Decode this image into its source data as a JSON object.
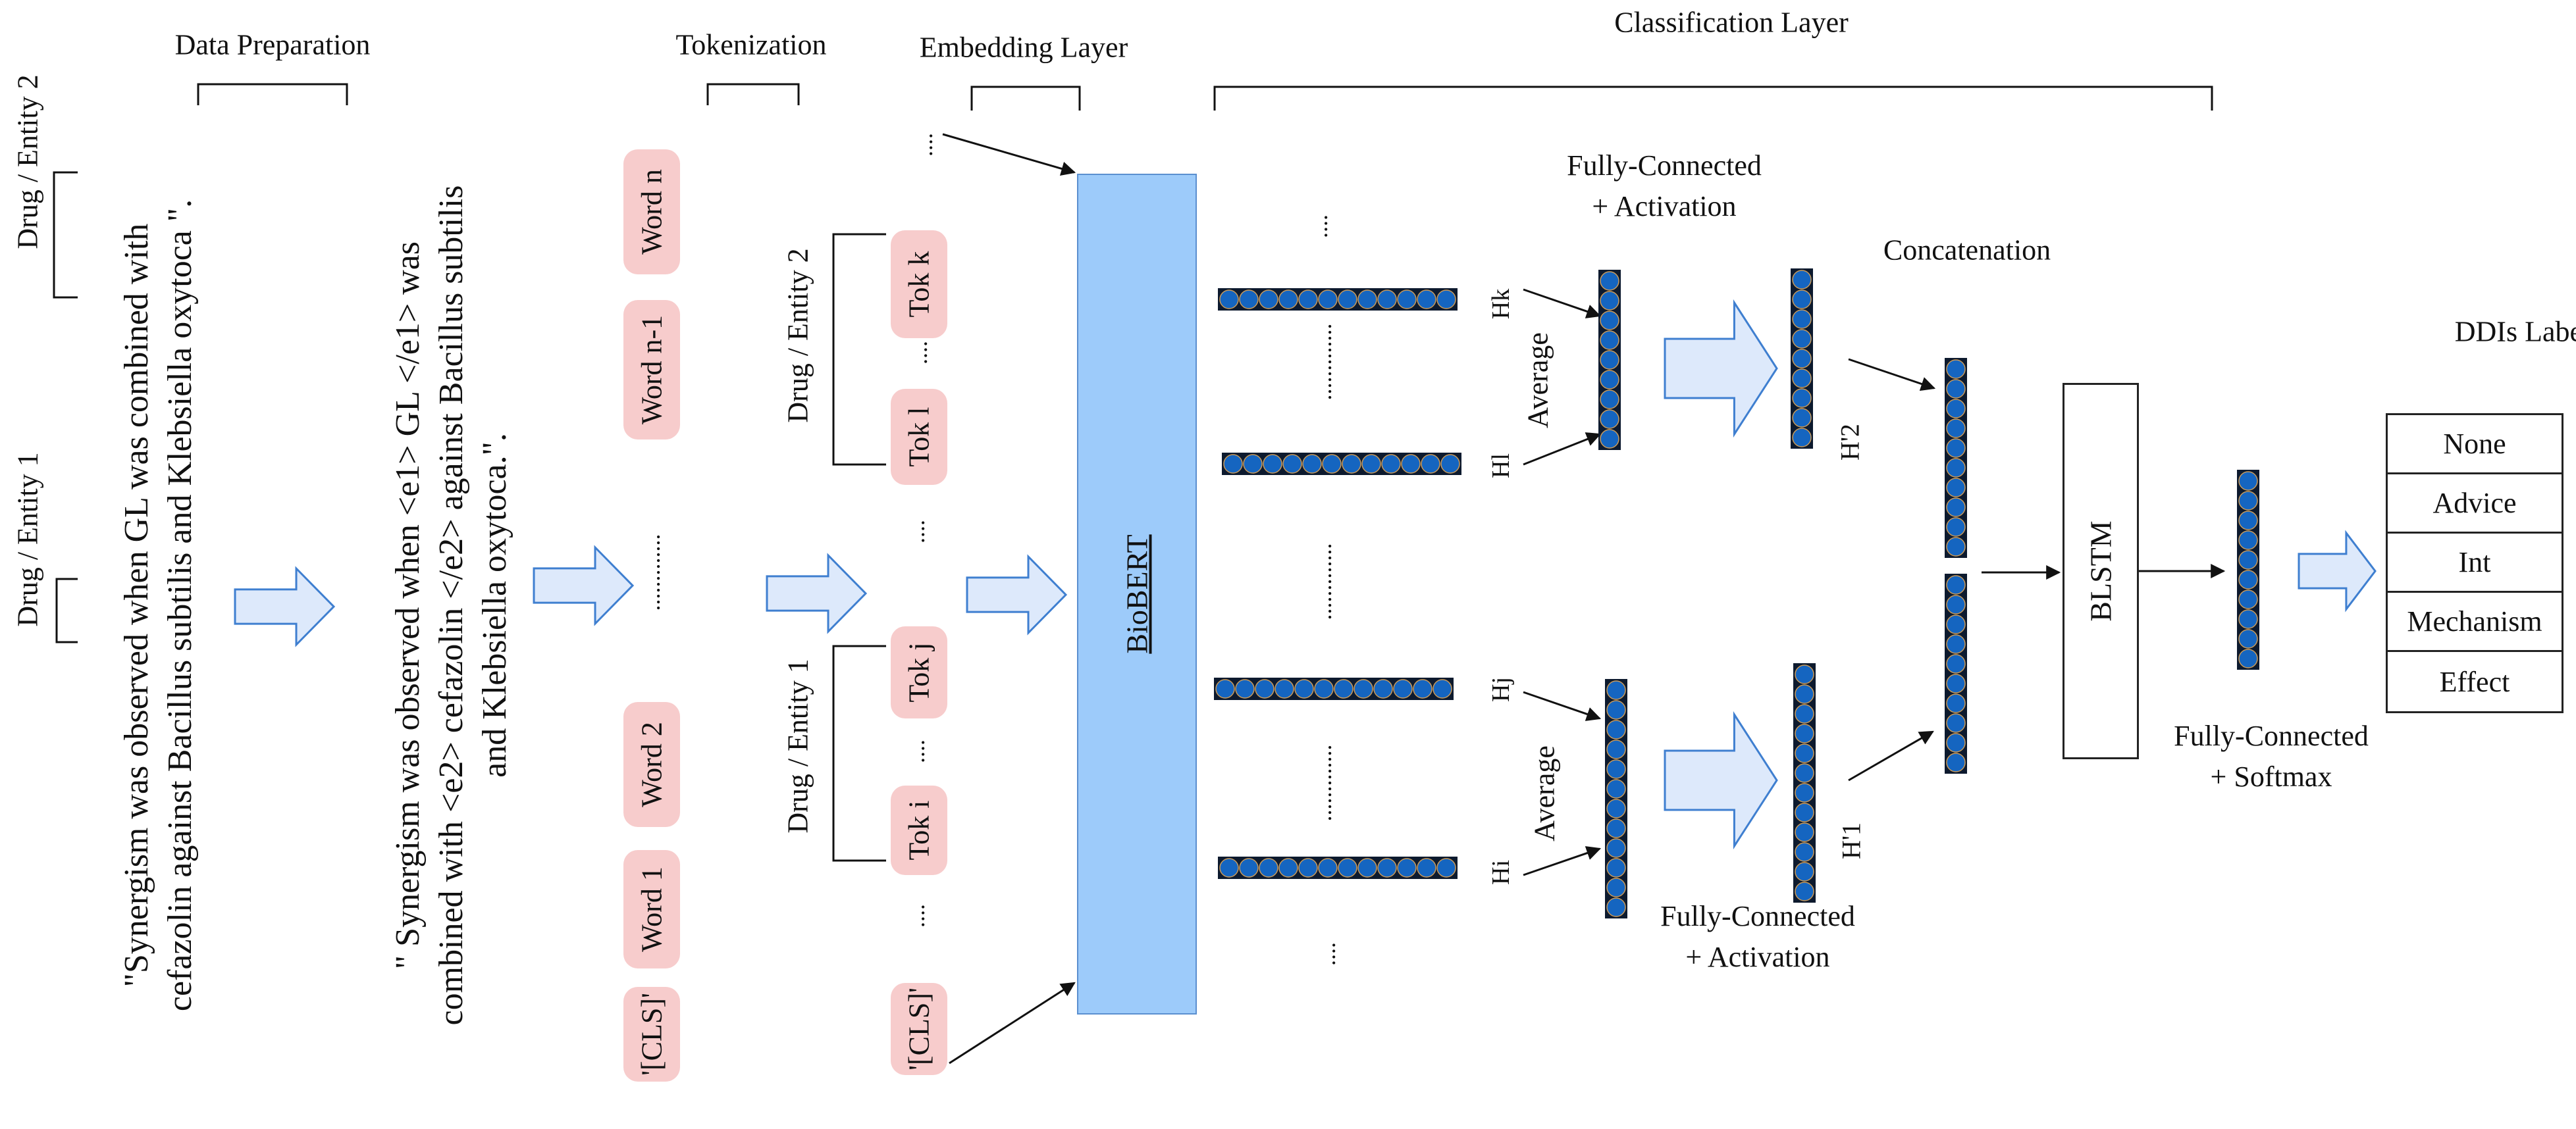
{
  "stages": {
    "data_preparation": "Data Preparation",
    "tokenization": "Tokenization",
    "embedding_layer": "Embedding Layer",
    "classification_layer": "Classification Layer"
  },
  "raw_sentence": {
    "line1": "\"Synergism was observed when GL was combined with",
    "line2": "cefazolin against Bacillus subtilis and Klebsiella oxytoca \"."
  },
  "marked_sentence": {
    "line1": "\" Synergism was observed when <e1> GL </e1> was",
    "line2": "combined with <e2> cefazolin </e2> against Bacillus subtilis",
    "line3": "and Klebsiella oxytoca.\"."
  },
  "entities": {
    "drug2": "Drug / Entity 2",
    "drug1": "Drug / Entity 1"
  },
  "words": {
    "word_n": "Word n",
    "word_n1": "Word n-1",
    "word_2": "Word 2",
    "word_1": "Word 1",
    "cls": "'[CLS]'"
  },
  "tokens": {
    "tok_k": "Tok k",
    "tok_l": "Tok l",
    "tok_j": "Tok j",
    "tok_i": "Tok i",
    "cls": "'[CLS]'"
  },
  "ellipsis": {
    "short": "....",
    "long": "............."
  },
  "model": "BioBERT",
  "hidden_states": {
    "hk": "Hk",
    "hl": "Hl",
    "hj": "Hj",
    "hi": "Hi"
  },
  "average_label": "Average",
  "fc_activation": {
    "line1": "Fully-Connected",
    "line2": "+ Activation"
  },
  "h_prime": {
    "h2": "H'2",
    "h1": "H'1"
  },
  "concatenation": "Concatenation",
  "blstm": "BLSTM",
  "fc_softmax": {
    "line1": "Fully-Connected",
    "line2": "+ Softmax"
  },
  "ddi_title": "DDIs Label",
  "ddi_labels": [
    "None",
    "Advice",
    "Int",
    "Mechanism",
    "Effect"
  ],
  "colors": {
    "node_fill": "#1565c0",
    "node_bg": "#0d1a2e",
    "arrow_fill": "#dde9fb",
    "arrow_stroke": "#3f7fd0",
    "biobert_fill": "#9dcbfa",
    "pill_fill": "#f7cccc"
  }
}
